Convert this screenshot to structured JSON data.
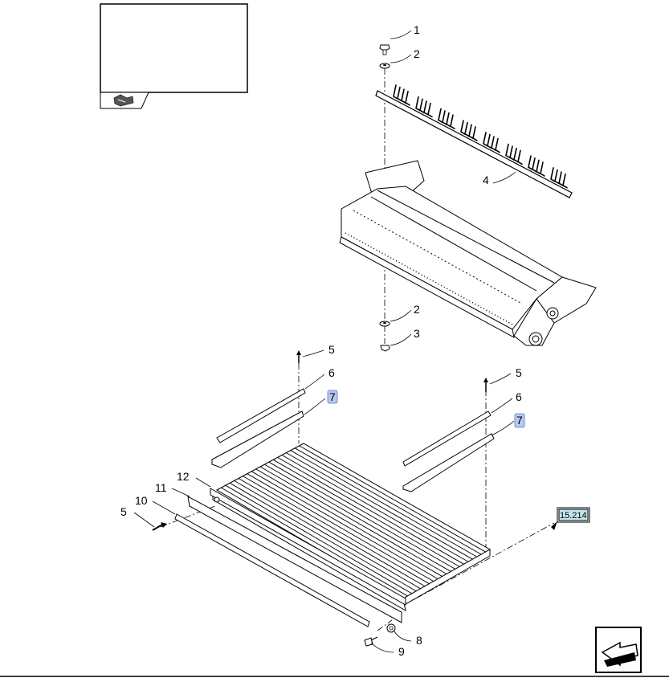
{
  "diagram": {
    "callouts": {
      "c1": "1",
      "c2_top": "2",
      "c2_bottom": "2",
      "c3": "3",
      "c4": "4",
      "c5_left": "5",
      "c6_left": "6",
      "c7_left": "7",
      "c5_right": "5",
      "c6_right": "6",
      "c7_right": "7",
      "c12": "12",
      "c11": "11",
      "c10": "10",
      "c5_bottom": "5",
      "c8": "8",
      "c9": "9"
    },
    "reference_tag": "15.214",
    "highlight_color": "#b8c8ef",
    "reference_color": "#bfe6ec",
    "icons": [
      "book-icon",
      "next-page-arrow-icon"
    ]
  }
}
